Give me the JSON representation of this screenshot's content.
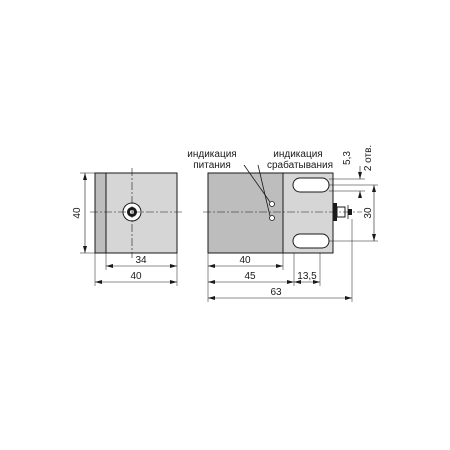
{
  "labels": {
    "indication_power_line1": "индикация",
    "indication_power_line2": "питания",
    "indication_switch_line1": "индикация",
    "indication_switch_line2": "срабатывания",
    "holes_note": "2 отв."
  },
  "dimensions": {
    "front_height": "40",
    "front_inner_width": "34",
    "front_width": "40",
    "side_body_length": "40",
    "side_length_45": "45",
    "connector_length": "13,5",
    "overall_length": "63",
    "hole_diameter": "5,3",
    "hole_spacing": "30"
  },
  "colors": {
    "body": "#bdbdbd",
    "face": "#d6d6d6",
    "line": "#1a1a1a"
  }
}
